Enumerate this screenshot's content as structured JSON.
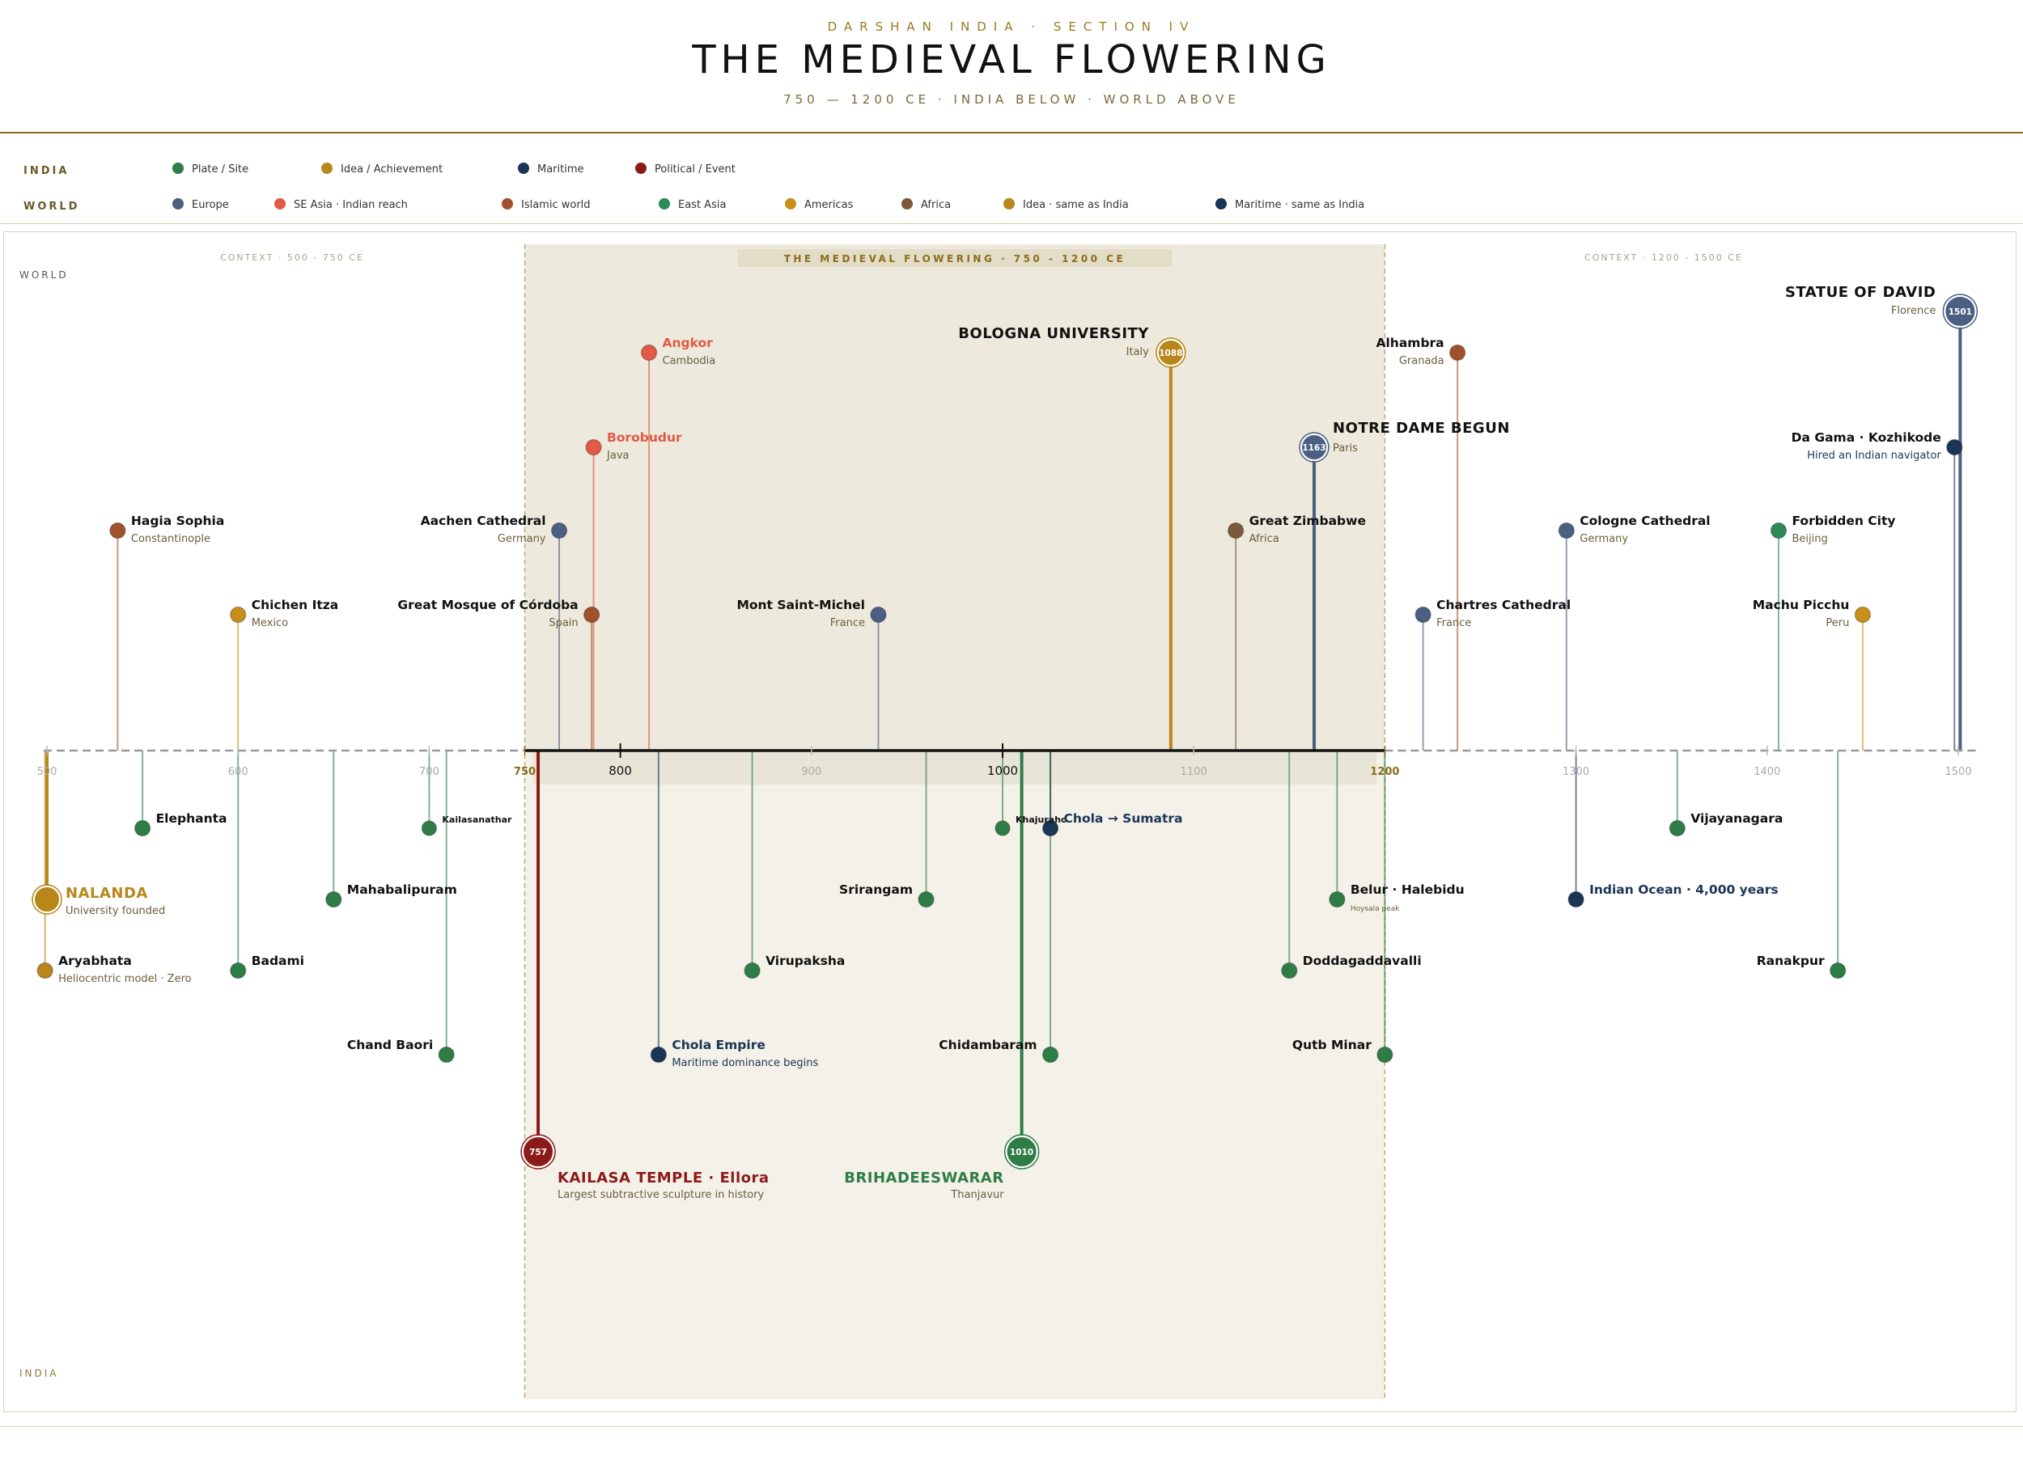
{
  "header": {
    "kicker": "DARSHAN INDIA  ·  SECTION IV",
    "title": "THE MEDIEVAL FLOWERING",
    "subtitle": "750 — 1200 CE  ·  INDIA BELOW  ·  WORLD ABOVE"
  },
  "colors": {
    "plate": "#2e7d46",
    "idea": "#b8861a",
    "maritime": "#1b3556",
    "political": "#8b1a1a",
    "europe": "#4a5f82",
    "se_asia": "#e05a45",
    "islamic": "#a0522d",
    "east_asia": "#2e8b57",
    "americas": "#c8901a",
    "africa": "#7a5a3a"
  },
  "legend": {
    "india_label": "INDIA",
    "world_label": "WORLD",
    "india": [
      {
        "label": "Plate / Site",
        "color": "#2e7d46"
      },
      {
        "label": "Idea / Achievement",
        "color": "#b8861a"
      },
      {
        "label": "Maritime",
        "color": "#1b3556"
      },
      {
        "label": "Political / Event",
        "color": "#8b1a1a"
      }
    ],
    "world": [
      {
        "label": "Europe",
        "color": "#4a5f82"
      },
      {
        "label": "SE Asia · Indian reach",
        "color": "#e05a45"
      },
      {
        "label": "Islamic world",
        "color": "#a0522d"
      },
      {
        "label": "East Asia",
        "color": "#2e8b57"
      },
      {
        "label": "Americas",
        "color": "#c8901a"
      },
      {
        "label": "Africa",
        "color": "#7a5a3a"
      },
      {
        "label": "Idea · same as India",
        "color": "#b8861a"
      },
      {
        "label": "Maritime · same as India",
        "color": "#1b3556"
      }
    ]
  },
  "timeline": {
    "side_world": "WORLD",
    "side_india": "INDIA",
    "context_left": "CONTEXT · 500 - 750 CE",
    "context_right": "CONTEXT · 1200 - 1500 CE",
    "era_banner": "THE MEDIEVAL FLOWERING · 750 - 1200 CE",
    "era_start": 750,
    "era_end": 1200,
    "axis_min": 500,
    "axis_max": 1500,
    "ticks": [
      {
        "year": 500,
        "label": "500",
        "kind": "minor"
      },
      {
        "year": 600,
        "label": "600",
        "kind": "minor"
      },
      {
        "year": 700,
        "label": "700",
        "kind": "minor"
      },
      {
        "year": 750,
        "label": "750",
        "kind": "era"
      },
      {
        "year": 800,
        "label": "800",
        "kind": "major"
      },
      {
        "year": 900,
        "label": "900",
        "kind": "minor"
      },
      {
        "year": 1000,
        "label": "1000",
        "kind": "major"
      },
      {
        "year": 1100,
        "label": "1100",
        "kind": "minor"
      },
      {
        "year": 1200,
        "label": "1200",
        "kind": "era"
      },
      {
        "year": 1300,
        "label": "1300",
        "kind": "minor"
      },
      {
        "year": 1400,
        "label": "1400",
        "kind": "minor"
      },
      {
        "year": 1500,
        "label": "1500",
        "kind": "minor"
      }
    ],
    "world_events": [
      {
        "year": 537,
        "tier": 3,
        "title": "Hagia Sophia",
        "sub": "Constantinople",
        "cat": "islamic",
        "side": "right"
      },
      {
        "year": 600,
        "tier": 4,
        "title": "Chichen Itza",
        "sub": "Mexico",
        "cat": "americas",
        "side": "right"
      },
      {
        "year": 785,
        "tier": 4,
        "title": "Great Mosque of Córdoba",
        "sub": "Spain",
        "cat": "islamic",
        "side": "left"
      },
      {
        "year": 768,
        "tier": 3,
        "title": "Aachen Cathedral",
        "sub": "Germany",
        "cat": "europe",
        "side": "left"
      },
      {
        "year": 786,
        "tier": 2,
        "title": "Borobudur",
        "sub": "Java",
        "cat": "se_asia",
        "side": "right",
        "color_title": true
      },
      {
        "year": 815,
        "tier": 1,
        "title": "Angkor",
        "sub": "Cambodia",
        "cat": "se_asia",
        "side": "right",
        "color_title": true
      },
      {
        "year": 935,
        "tier": 4,
        "title": "Mont Saint-Michel",
        "sub": "France",
        "cat": "europe",
        "side": "left"
      },
      {
        "year": 1088,
        "tier": 1,
        "title": "BOLOGNA UNIVERSITY",
        "sub": "Italy",
        "cat": "idea",
        "side": "left",
        "major": true,
        "badge": "1088"
      },
      {
        "year": 1122,
        "tier": 3,
        "title": "Great Zimbabwe",
        "sub": "Africa",
        "cat": "africa",
        "side": "right"
      },
      {
        "year": 1163,
        "tier": 2,
        "title": "NOTRE DAME BEGUN",
        "sub": "Paris",
        "cat": "europe",
        "side": "right",
        "major": true,
        "badge": "1163"
      },
      {
        "year": 1238,
        "tier": 1,
        "title": "Alhambra",
        "sub": "Granada",
        "cat": "islamic",
        "side": "left"
      },
      {
        "year": 1220,
        "tier": 4,
        "title": "Chartres Cathedral",
        "sub": "France",
        "cat": "europe",
        "side": "right"
      },
      {
        "year": 1295,
        "tier": 3,
        "title": "Cologne Cathedral",
        "sub": "Germany",
        "cat": "europe",
        "side": "right"
      },
      {
        "year": 1406,
        "tier": 3,
        "title": "Forbidden City",
        "sub": "Beijing",
        "cat": "east_asia",
        "side": "right"
      },
      {
        "year": 1450,
        "tier": 4,
        "title": "Machu Picchu",
        "sub": "Peru",
        "cat": "americas",
        "side": "left"
      },
      {
        "year": 1498,
        "tier": 2,
        "title": "Da Gama · Kozhikode",
        "sub": "Hired an Indian navigator",
        "cat": "maritime",
        "side": "left"
      },
      {
        "year": 1501,
        "tier": 0,
        "title": "STATUE OF DAVID",
        "sub": "Florence",
        "cat": "europe",
        "side": "left",
        "major": true,
        "badge": "1501"
      }
    ],
    "india_events": [
      {
        "year": 500,
        "tier": 2,
        "title": "NALANDA",
        "sub": "University founded",
        "cat": "idea",
        "side": "right",
        "major": true,
        "color_title": true
      },
      {
        "year": 499,
        "tier": 3,
        "title": "Aryabhata",
        "sub": "Heliocentric model · Zero",
        "cat": "idea",
        "side": "right"
      },
      {
        "year": 550,
        "tier": 1,
        "title": "Elephanta",
        "sub": "",
        "cat": "plate",
        "side": "right"
      },
      {
        "year": 600,
        "tier": 3,
        "title": "Badami",
        "sub": "",
        "cat": "plate",
        "side": "right"
      },
      {
        "year": 650,
        "tier": 2,
        "title": "Mahabalipuram",
        "sub": "",
        "cat": "plate",
        "side": "right"
      },
      {
        "year": 700,
        "tier": 1,
        "title": "Kailasanathar",
        "sub": "",
        "cat": "plate",
        "side": "right",
        "small": true
      },
      {
        "year": 709,
        "tier": 4,
        "title": "Chand Baori",
        "sub": "",
        "cat": "plate",
        "side": "left"
      },
      {
        "year": 757,
        "tier": 5,
        "title": "KAILASA TEMPLE · Ellora",
        "sub": "Largest subtractive sculpture in history",
        "cat": "political",
        "side": "right",
        "major": true,
        "badge": "757",
        "color_title": true
      },
      {
        "year": 820,
        "tier": 4,
        "title": "Chola Empire",
        "sub": "Maritime dominance begins",
        "cat": "maritime",
        "side": "right",
        "color_title": true
      },
      {
        "year": 869,
        "tier": 3,
        "title": "Virupaksha",
        "sub": "",
        "cat": "plate",
        "side": "right"
      },
      {
        "year": 960,
        "tier": 2,
        "title": "Srirangam",
        "sub": "",
        "cat": "plate",
        "side": "left"
      },
      {
        "year": 1000,
        "tier": 1,
        "title": "Khajuraho",
        "sub": "",
        "cat": "plate",
        "side": "right",
        "small": true
      },
      {
        "year": 1025,
        "tier": 4,
        "title": "Chidambaram",
        "sub": "",
        "cat": "plate",
        "side": "left"
      },
      {
        "year": 1010,
        "tier": 5,
        "title": "BRIHADEESWARAR",
        "sub": "Thanjavur",
        "cat": "plate",
        "side": "left",
        "major": true,
        "badge": "1010",
        "color_title": true
      },
      {
        "year": 1025,
        "tier": 1,
        "title": "Chola → Sumatra",
        "sub": "",
        "cat": "maritime",
        "side": "right",
        "color_title": true
      },
      {
        "year": 1150,
        "tier": 3,
        "title": "Doddagaddavalli",
        "sub": "",
        "cat": "plate",
        "side": "right"
      },
      {
        "year": 1175,
        "tier": 2,
        "title": "Belur · Halebidu",
        "sub": "Hoysala peak",
        "cat": "plate",
        "side": "right",
        "tiny_sub": true
      },
      {
        "year": 1200,
        "tier": 4,
        "title": "Qutb Minar",
        "sub": "",
        "cat": "plate",
        "side": "left"
      },
      {
        "year": 1300,
        "tier": 2,
        "title": "Indian Ocean · 4,000 years",
        "sub": "",
        "cat": "maritime",
        "side": "right",
        "color_title": true
      },
      {
        "year": 1353,
        "tier": 1,
        "title": "Vijayanagara",
        "sub": "",
        "cat": "plate",
        "side": "right"
      },
      {
        "year": 1437,
        "tier": 3,
        "title": "Ranakpur",
        "sub": "",
        "cat": "plate",
        "side": "left"
      }
    ]
  }
}
